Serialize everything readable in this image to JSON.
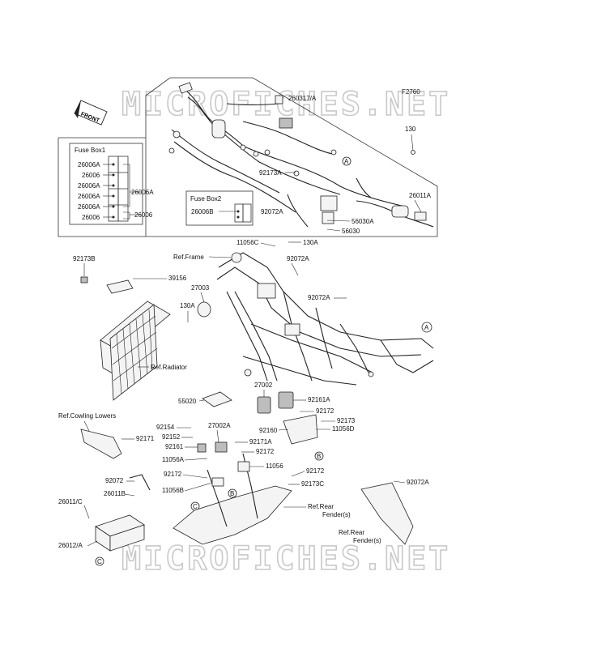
{
  "watermark": "MICROFICHES.NET",
  "front_label": "FRONT",
  "fuse_box1": {
    "title": "Fuse Box1",
    "left": [
      "26006A",
      "26006",
      "26006A",
      "26006A",
      "26006A",
      "26006"
    ],
    "right": [
      "26006A",
      "26006"
    ]
  },
  "fuse_box2": {
    "title": "Fuse Box2",
    "item": "26006B"
  },
  "callouts": [
    "A",
    "B",
    "C"
  ],
  "labels": {
    "l260317a": "260317/A",
    "lf2760": "F2760",
    "l130": "130",
    "l92173a": "92173A",
    "l26011a": "26011A",
    "l92072a_top": "92072A",
    "l56030a": "56030A",
    "l56030": "56030",
    "l11056c": "11056C",
    "l130a_top": "130A",
    "l92072a_2": "92072A",
    "l92173b": "92173B",
    "l39156": "39156",
    "lref_frame": "Ref.Frame",
    "l27003": "27003",
    "l130a_left": "130A",
    "l92072a_3": "92072A",
    "lref_radiator": "Ref.Radiator",
    "l27002": "27002",
    "l92161a": "92161A",
    "l55020": "55020",
    "l92172_a": "92172",
    "l92173": "92173",
    "lref_cowling": "Ref.Cowling Lowers",
    "l92154": "92154",
    "l27002a": "27002A",
    "l92160": "92160",
    "l11056d": "11056D",
    "l92171": "92171",
    "l92152": "92152",
    "l92161": "92161",
    "l92171a": "92171A",
    "l92172_b": "92172",
    "l11056a": "11056A",
    "l11056": "11056",
    "l92172_c": "92172",
    "l92172_d": "92172",
    "l92173c": "92173C",
    "l92072": "92072",
    "l11056b": "11056B",
    "l26011b": "26011B",
    "l92072a_4": "92072A",
    "l26011c": "26011/C",
    "lref_rear1a": "Ref.Rear",
    "lref_rear1b": "Fender(s)",
    "lref_rear2a": "Ref.Rear",
    "lref_rear2b": "Fender(s)",
    "l26012a": "26012/A"
  }
}
